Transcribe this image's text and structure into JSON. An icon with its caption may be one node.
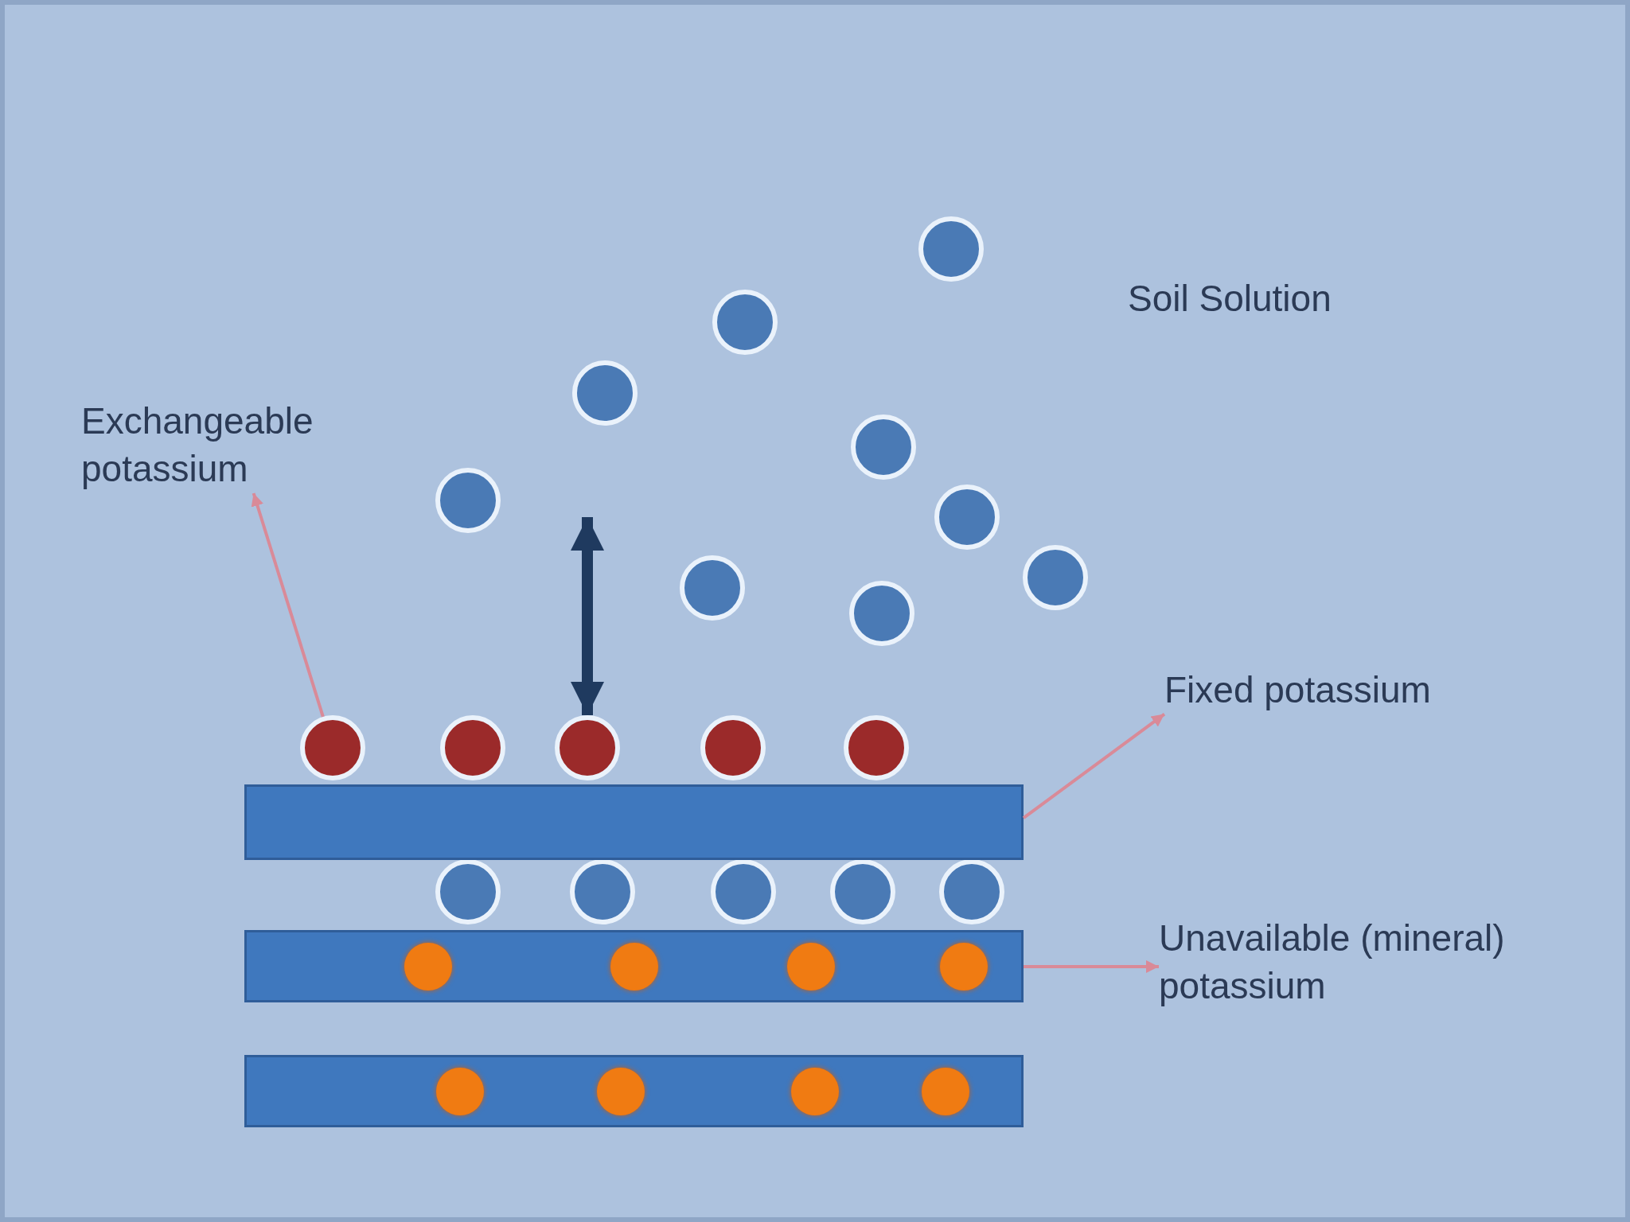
{
  "diagram": {
    "nodes": [
      {
        "text": [
          "Exchangeable potassium"
        ]
      },
      {
        "text": [],
        "shape": "circle"
      },
      {
        "text": [],
        "shape": "circle"
      },
      {
        "text": [],
        "shape": "circle"
      },
      {
        "text": [],
        "shape": "circle"
      },
      {
        "text": [],
        "shape": "circle"
      },
      {
        "text": [],
        "shape": "circle"
      },
      {
        "text": [],
        "shape": "circle"
      },
      {
        "text": [],
        "shape": "circle"
      },
      {
        "text": [],
        "shape": "circle"
      },
      {
        "text": [
          "Fixed potassium"
        ]
      },
      {
        "text": [],
        "shape": "circle"
      },
      {
        "text": [],
        "shape": "circle"
      },
      {
        "text": [],
        "shape": "circle"
      },
      {
        "text": [],
        "shape": "circle"
      },
      {
        "text": [],
        "shape": "circle"
      },
      {
        "text": [],
        "shape": "bar"
      },
      {
        "text": [],
        "shape": "circle"
      },
      {
        "text": [],
        "shape": "circle"
      },
      {
        "text": [],
        "shape": "circle"
      },
      {
        "text": [],
        "shape": "circle"
      },
      {
        "text": [],
        "shape": "circle"
      },
      {
        "text": [
          "Unavailable (mineral) potassium"
        ]
      },
      {
        "text": [],
        "shape": "bar"
      },
      {
        "text": [],
        "shape": "bar"
      }
    ],
    "edges": [
      {
        "from": 11,
        "to": 0,
        "arrow": "to"
      },
      {
        "from": null,
        "to": 13,
        "arrow": "both",
        "style": "thick",
        "color": "#1f3a5f"
      },
      {
        "from": 16,
        "to": 10,
        "arrow": "to"
      },
      {
        "from": 23,
        "to": 22,
        "arrow": "to"
      }
    ],
    "labels": [
      "Soil Solution"
    ]
  }
}
